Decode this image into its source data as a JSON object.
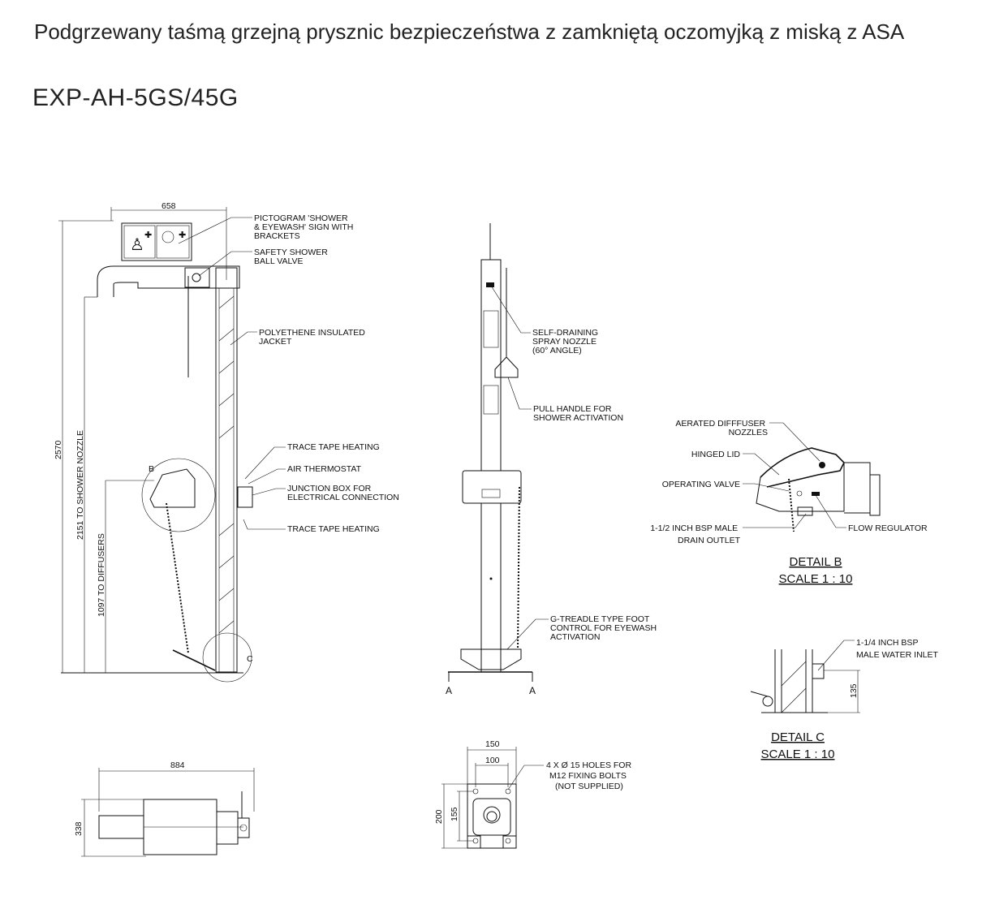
{
  "document": {
    "title": "Podgrzewany taśmą grzejną prysznic bezpieczeństwa z zamkniętą oczomyjką z miską z ASA",
    "model": "EXP-AH-5GS/45G"
  },
  "front_view": {
    "dims": {
      "width": "658",
      "height_total": "2570",
      "to_nozzle": "2151 TO SHOWER NOZZLE",
      "to_diffusers": "1097 TO DIFFUSERS"
    },
    "detail_markers": {
      "b": "B",
      "c": "C"
    },
    "callouts": [
      {
        "lines": [
          "PICTOGRAM 'SHOWER",
          "& EYEWASH' SIGN WITH",
          "BRACKETS"
        ]
      },
      {
        "lines": [
          "SAFETY SHOWER",
          "BALL VALVE"
        ]
      },
      {
        "lines": [
          "POLYETHENE INSULATED",
          "JACKET"
        ]
      },
      {
        "lines": [
          "TRACE TAPE HEATING"
        ]
      },
      {
        "lines": [
          "AIR THERMOSTAT"
        ]
      },
      {
        "lines": [
          "JUNCTION BOX FOR",
          "ELECTRICAL CONNECTION"
        ]
      },
      {
        "lines": [
          "TRACE TAPE HEATING"
        ]
      }
    ]
  },
  "side_view": {
    "section_marks": [
      "A",
      "A"
    ],
    "callouts": [
      {
        "lines": [
          "SELF-DRAINING",
          "SPRAY NOZZLE",
          "(60° ANGLE)"
        ]
      },
      {
        "lines": [
          "PULL HANDLE FOR",
          "SHOWER ACTIVATION"
        ]
      },
      {
        "lines": [
          "G-TREADLE TYPE FOOT",
          "CONTROL FOR EYEWASH",
          "ACTIVATION"
        ]
      }
    ]
  },
  "detail_b": {
    "title": "DETAIL B",
    "scale": "SCALE 1 : 10",
    "callouts": [
      {
        "lines": [
          "AERATED DIFFFUSER",
          "NOZZLES"
        ]
      },
      {
        "lines": [
          "HINGED LID"
        ]
      },
      {
        "lines": [
          "OPERATING VALVE"
        ]
      },
      {
        "lines": [
          "1-1/2 INCH BSP MALE",
          "DRAIN OUTLET"
        ]
      },
      {
        "lines": [
          "FLOW REGULATOR"
        ]
      }
    ]
  },
  "detail_c": {
    "title": "DETAIL C",
    "scale": "SCALE 1 : 10",
    "dim": "135",
    "callouts": [
      {
        "lines": [
          "1-1/4 INCH BSP",
          "MALE WATER INLET"
        ]
      }
    ]
  },
  "plan_view": {
    "dims": {
      "length": "884",
      "depth": "338"
    }
  },
  "base_plate": {
    "dims": {
      "outer_width": "150",
      "hole_spacing_x": "100",
      "outer_height": "200",
      "hole_spacing_y": "155"
    },
    "callouts": [
      {
        "lines": [
          "4 X Ø 15 HOLES FOR",
          "M12 FIXING BOLTS",
          "(NOT SUPPLIED)"
        ]
      }
    ]
  }
}
